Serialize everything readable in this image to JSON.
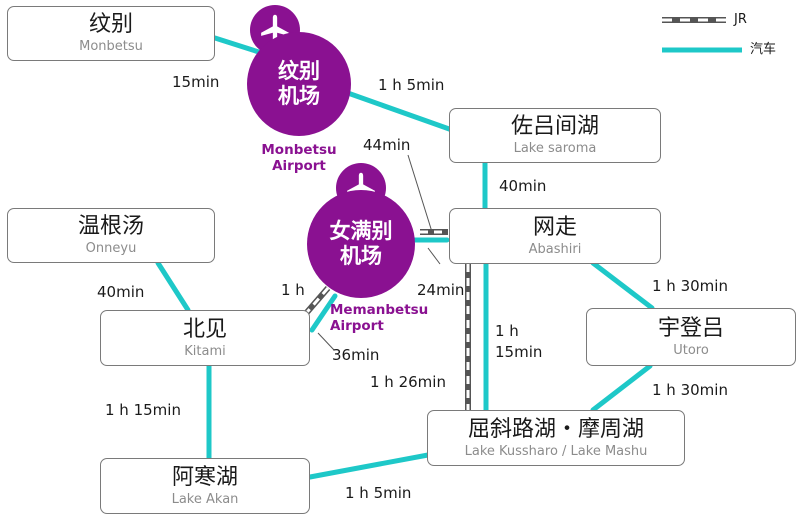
{
  "legend": {
    "rail": "JR",
    "bus": "汽车"
  },
  "colors": {
    "bus": "#1ec8c8",
    "rail_dark": "#555555",
    "rail_light": "#ffffff",
    "airport": "#8a1191"
  },
  "nodes": {
    "monbetsu": {
      "zh": "纹别",
      "en": "Monbetsu"
    },
    "lake_saroma": {
      "zh": "佐吕间湖",
      "en": "Lake saroma"
    },
    "abashiri": {
      "zh": "网走",
      "en": "Abashiri"
    },
    "onneyu": {
      "zh": "温根汤",
      "en": "Onneyu"
    },
    "kitami": {
      "zh": "北见",
      "en": "Kitami"
    },
    "utoro": {
      "zh": "宇登吕",
      "en": "Utoro"
    },
    "kussharo": {
      "zh": "屈斜路湖・摩周湖",
      "en": "Lake Kussharo / Lake Mashu"
    },
    "akan": {
      "zh": "阿寒湖",
      "en": "Lake Akan"
    }
  },
  "airports": {
    "monbetsu": {
      "zh1": "纹别",
      "zh2": "机场",
      "en1": "Monbetsu",
      "en2": "Airport",
      "icon": "airplane-icon"
    },
    "memanbetsu": {
      "zh1": "女满别",
      "zh2": "机场",
      "en1": "Memanbetsu",
      "en2": "Airport",
      "icon": "airplane-icon"
    }
  },
  "times": {
    "monbetsu_airport": "15min",
    "airport_saroma": "1 h 5min",
    "saroma_airport_walk": "44min",
    "saroma_abashiri": "40min",
    "memanbetsu_abashiri": "24min",
    "memanbetsu_kitami_rail": "1 h",
    "memanbetsu_kitami_bus": "36min",
    "onneyu_kitami": "40min",
    "abashiri_kussharo_bus_1": "1 h",
    "abashiri_kussharo_bus_2": "15min",
    "abashiri_kussharo_rail": "1 h 26min",
    "abashiri_utoro": "1 h 30min",
    "utoro_kussharo": "1 h 30min",
    "kitami_akan": "1 h 15min",
    "akan_kussharo": "1 h 5min"
  }
}
